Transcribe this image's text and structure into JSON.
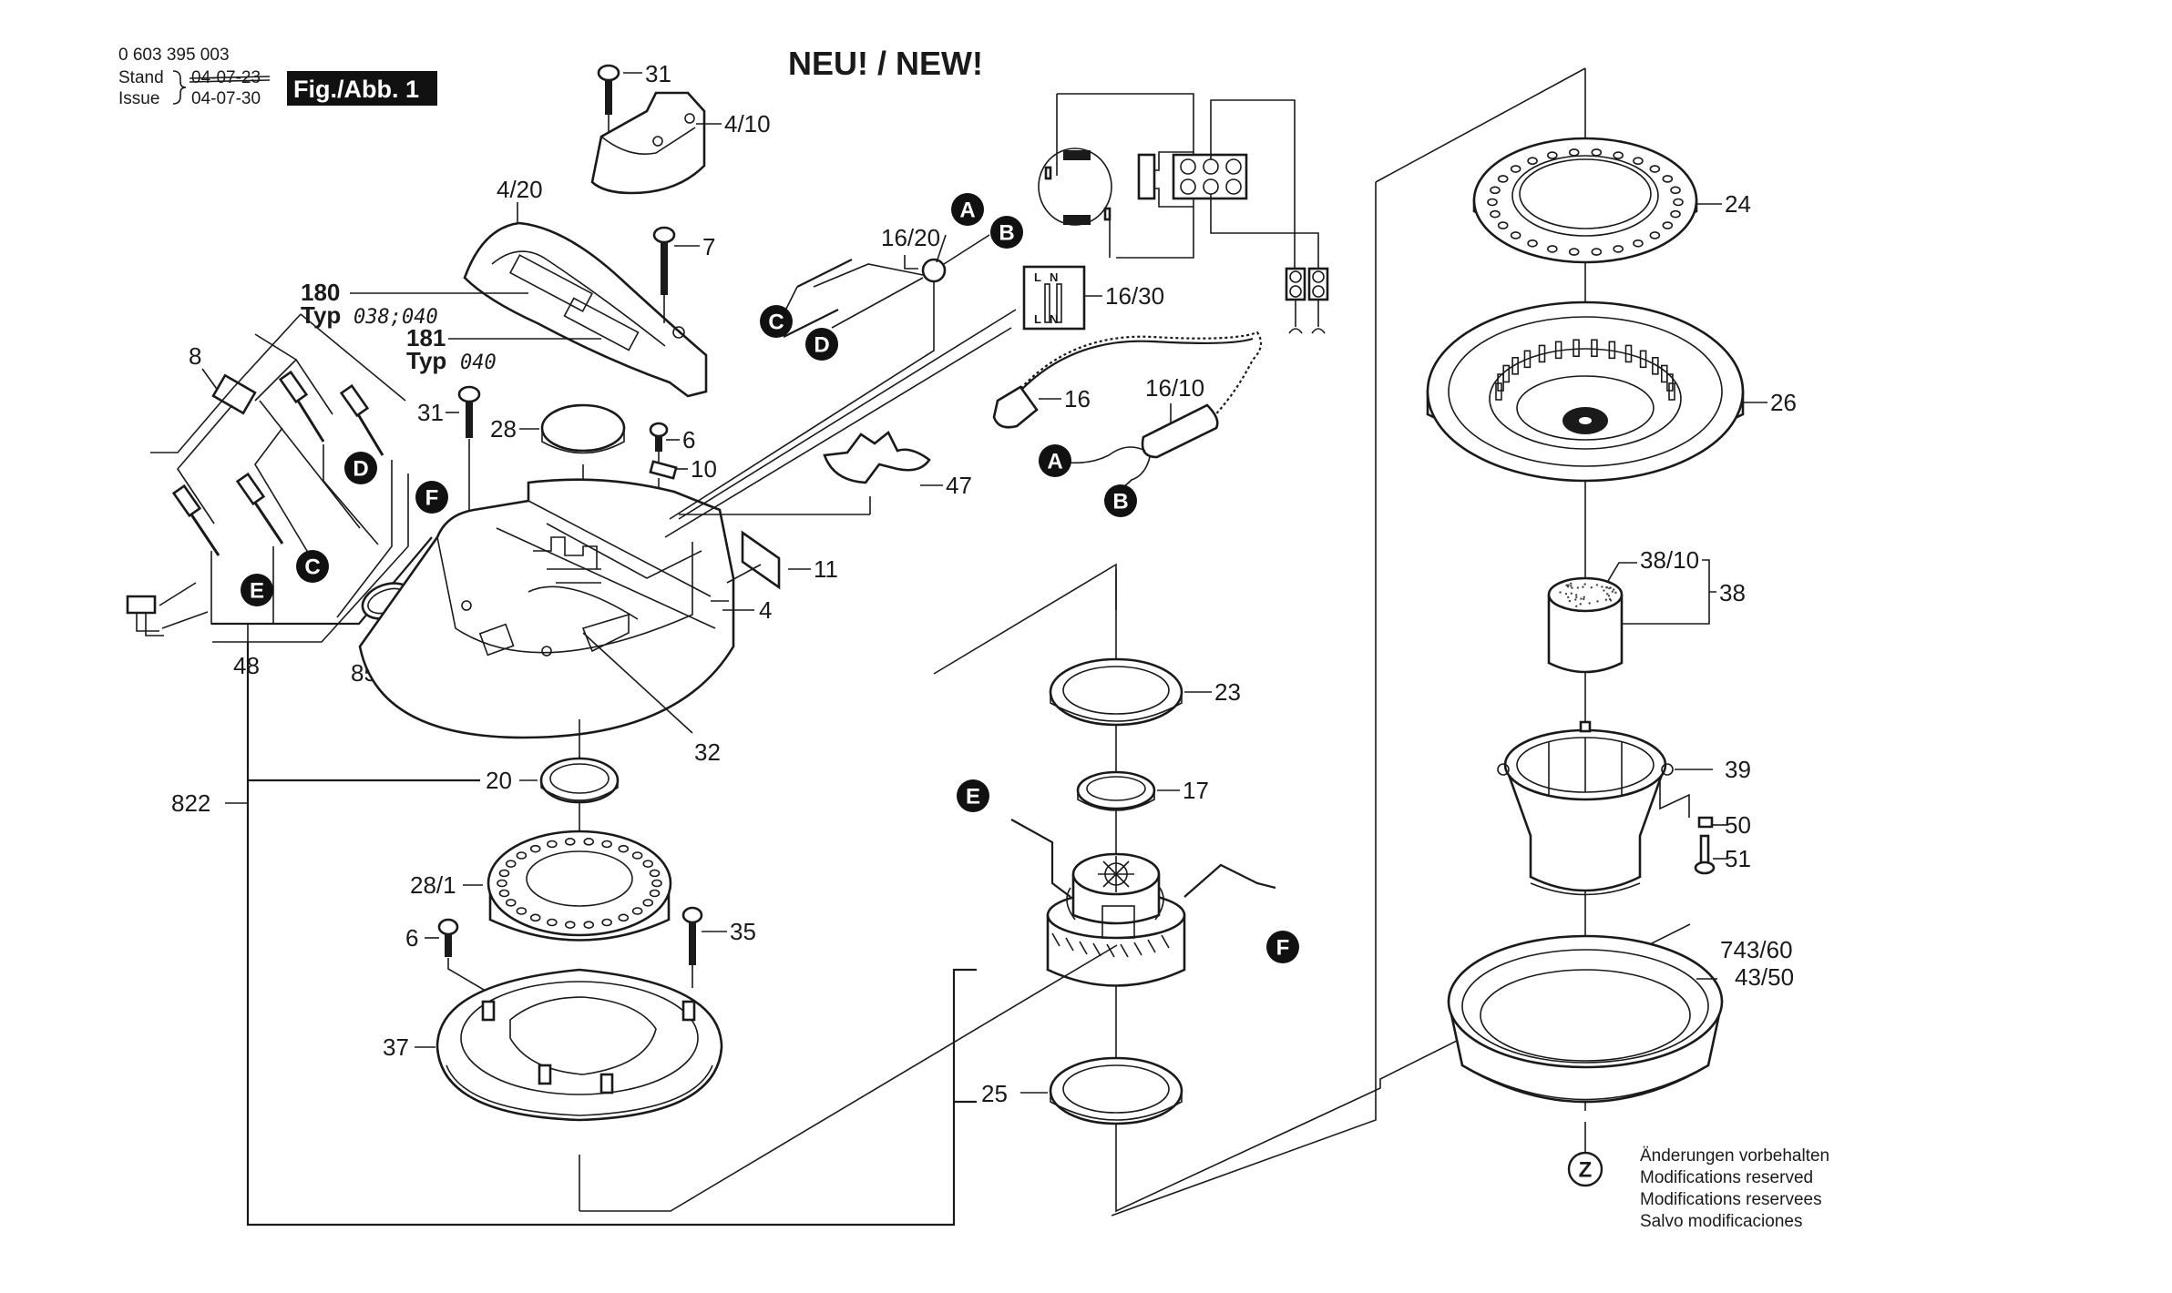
{
  "header": {
    "part_number": "0 603 395 003",
    "stand_label": "Stand",
    "issue_label": "Issue",
    "old_date": "04-07-23",
    "date": "04-07-30",
    "figure_label": "Fig./Abb. 1",
    "title": "NEU! / NEW!"
  },
  "labels": {
    "p31a": "31",
    "p4_10": "4/10",
    "p4_20": "4/20",
    "p7": "7",
    "p180": "180",
    "p180_typ": "Typ",
    "p180_typ_val": "038;040",
    "p181": "181",
    "p181_typ": "Typ",
    "p181_typ_val": "040",
    "p8": "8",
    "p48": "48",
    "p853": "853",
    "p31b": "31",
    "p28": "28",
    "p6a": "6",
    "p10": "10",
    "p47": "47",
    "p11": "11",
    "p4": "4",
    "p32": "32",
    "p822": "822",
    "p20": "20",
    "p28_1": "28/1",
    "p6b": "6",
    "p35": "35",
    "p37": "37",
    "p16_20": "16/20",
    "p16_30": "16/30",
    "p16": "16",
    "p16_10": "16/10",
    "p23": "23",
    "p17": "17",
    "p25": "25",
    "p24": "24",
    "p26": "26",
    "p38_10": "38/10",
    "p38": "38",
    "p39": "39",
    "p50": "50",
    "p51": "51",
    "p743_60": "743/60",
    "p43_50": "43/50"
  },
  "connectors": {
    "A": "A",
    "B": "B",
    "C": "C",
    "D": "D",
    "E": "E",
    "F": "F",
    "Z": "Z"
  },
  "switch_terminals": {
    "top_left": "L",
    "top_right": "N",
    "bottom_left": "L",
    "bottom_right": "N"
  },
  "notes": [
    "Änderungen vorbehalten",
    "Modifications reserved",
    "Modifications reservees",
    "Salvo modificaciones"
  ]
}
